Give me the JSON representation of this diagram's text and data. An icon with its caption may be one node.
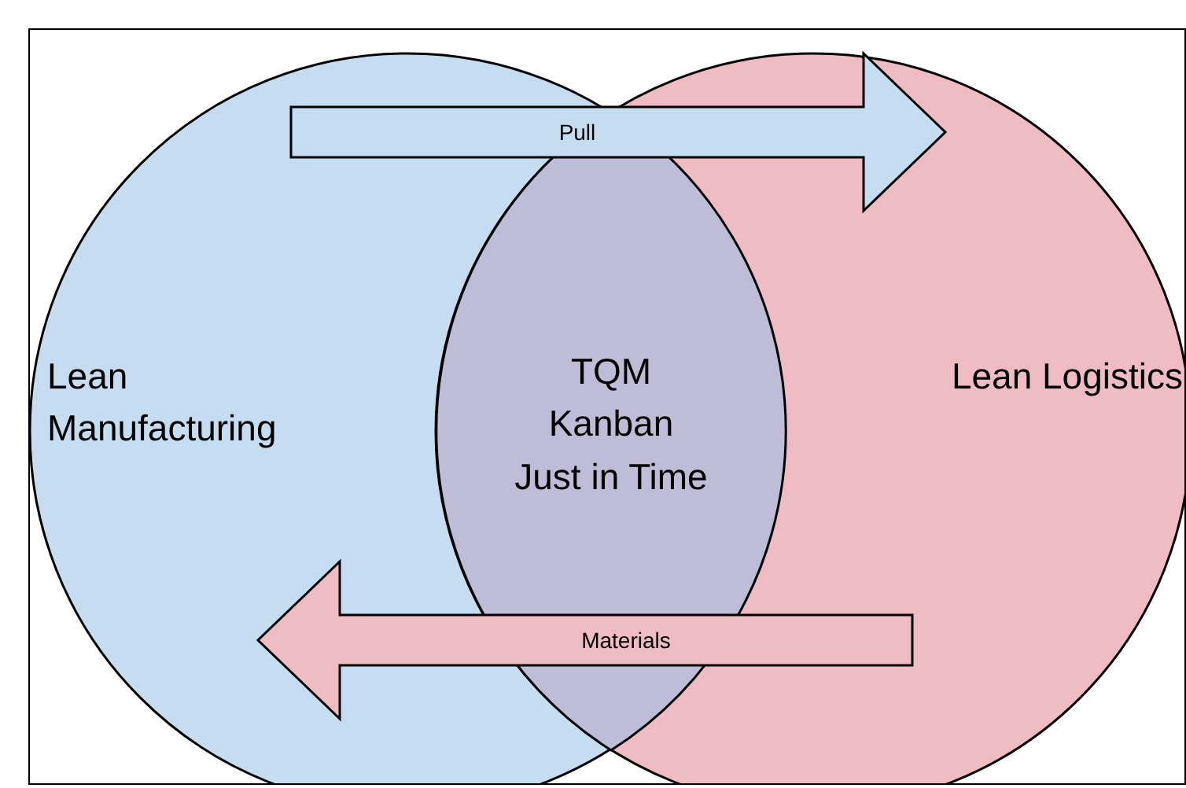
{
  "diagram": {
    "nodes": [
      {
        "text": [
          "Lean Manufacturing"
        ]
      },
      {
        "text": [
          "Lean Logistics"
        ]
      },
      {
        "text": [
          "TQM",
          "Kanban",
          "Just in Time"
        ]
      },
      {
        "text": [
          "Pull"
        ]
      },
      {
        "text": [
          "Materials"
        ]
      }
    ]
  }
}
